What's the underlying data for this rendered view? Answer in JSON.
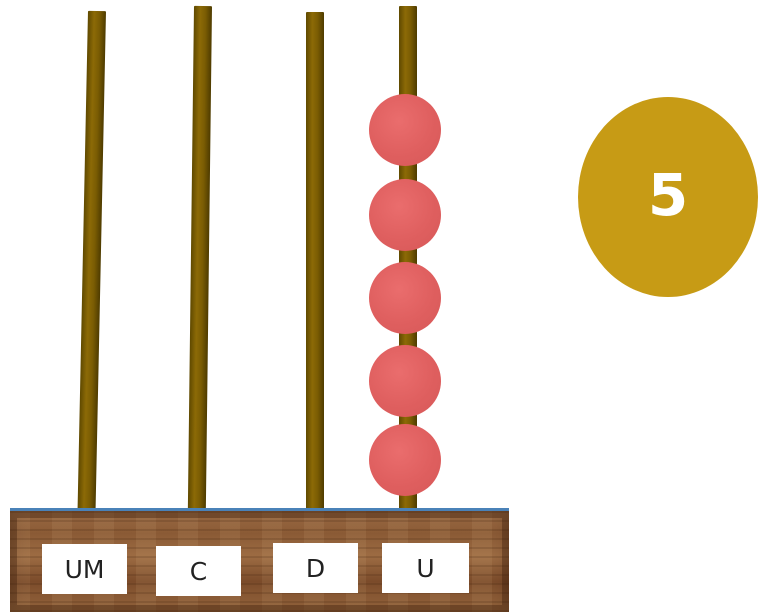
{
  "abacus": {
    "rods": [
      {
        "label": "UM",
        "beads": 0
      },
      {
        "label": "C",
        "beads": 0
      },
      {
        "label": "D",
        "beads": 0
      },
      {
        "label": "U",
        "beads": 5
      }
    ],
    "bead_color": "#df5f5f",
    "rod_color": "#7a5c03"
  },
  "number": {
    "value": "5",
    "circle_color": "#c79b15"
  }
}
